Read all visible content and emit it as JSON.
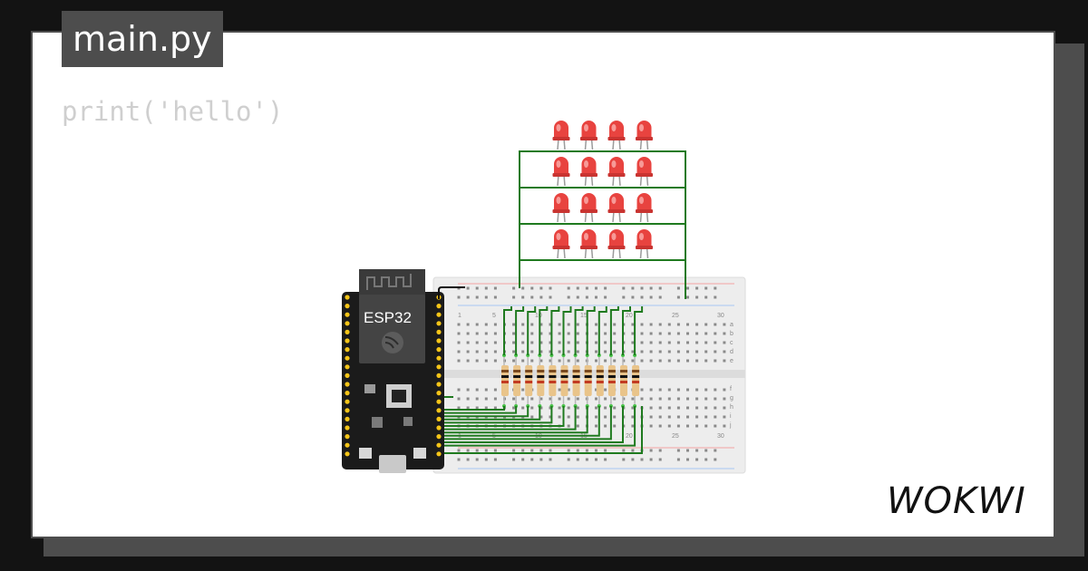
{
  "editor": {
    "file_tab": "main.py",
    "code": "print('hello')"
  },
  "board": {
    "label": "ESP32"
  },
  "breadboard": {
    "column_labels_top": [
      "1",
      "5",
      "10",
      "15",
      "20",
      "25",
      "30"
    ],
    "column_labels_bottom": [
      "1",
      "5",
      "10",
      "15",
      "20",
      "25",
      "30"
    ],
    "row_labels_top": [
      "a",
      "b",
      "c",
      "d",
      "e"
    ],
    "row_labels_bottom": [
      "f",
      "g",
      "h",
      "i",
      "j"
    ]
  },
  "led_matrix": {
    "rows": 4,
    "cols": 4
  },
  "brand": {
    "logo": "WOKWI"
  },
  "colors": {
    "background": "#131313",
    "card": "#ffffff",
    "tab": "#4d4d4d",
    "wire": "#1f7a1f",
    "led": "#e8433f",
    "board": "#1b1b1b",
    "pin": "#f5c518"
  }
}
